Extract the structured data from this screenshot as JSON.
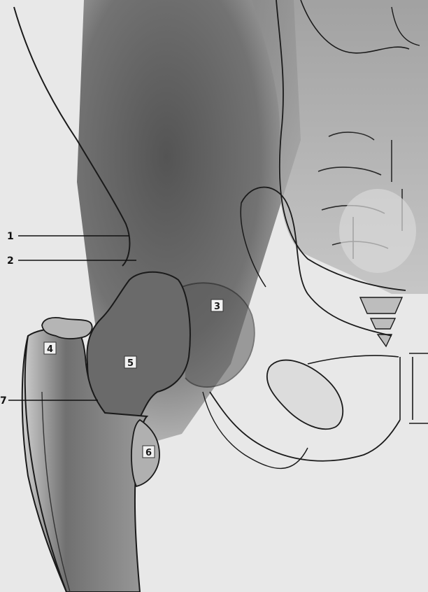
{
  "figure": {
    "labels": {
      "l1": "1",
      "l2": "2",
      "l3": "3",
      "l4": "4",
      "l5": "5",
      "l6": "6",
      "l7": "7"
    },
    "colors": {
      "background": "#e7e7e7",
      "bone": "#9a9a9a",
      "shadow": "#4a4a4a",
      "outline": "#1a1a1a",
      "label_box": "#f2f2f2"
    }
  }
}
